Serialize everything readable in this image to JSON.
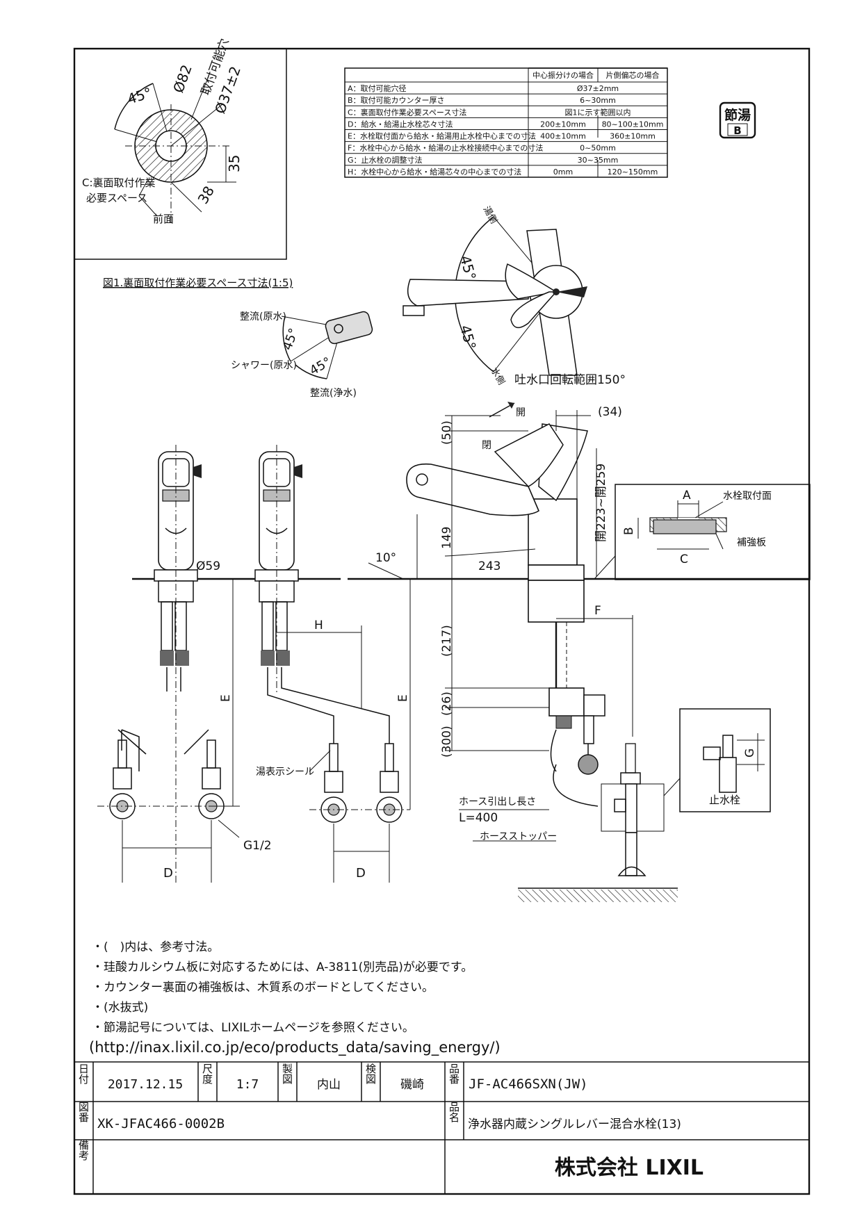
{
  "spec_table": {
    "col_headers": [
      "中心振分けの場合",
      "片側偏芯の場合"
    ],
    "rows": [
      {
        "label": "A：取付可能穴径",
        "center": "Ø37±2mm",
        "offset": ""
      },
      {
        "label": "B：取付可能カウンター厚さ",
        "center": "6~30mm",
        "offset": ""
      },
      {
        "label": "C：裏面取付作業必要スペース寸法",
        "center": "図1に示す範囲以内",
        "offset": ""
      },
      {
        "label": "D：給水・給湯止水栓芯々寸法",
        "center": "200±10mm",
        "offset": "80~100±10mm"
      },
      {
        "label": "E：水栓取付面から給水・給湯用止水栓中心までの寸法",
        "center": "400±10mm",
        "offset": "360±10mm"
      },
      {
        "label": "F：水栓中心から給水・給湯の止水栓接続中心までの寸法",
        "center": "0~50mm",
        "offset": ""
      },
      {
        "label": "G：止水栓の調整寸法",
        "center": "30~35mm",
        "offset": ""
      },
      {
        "label": "H：水栓中心から給水・給湯芯々の中心までの寸法",
        "center": "0mm",
        "offset": "120~150mm"
      }
    ]
  },
  "badge": {
    "line1": "節湯",
    "line2": "B"
  },
  "fig1": {
    "caption": "図1.裏面取付作業必要スペース寸法(1:5)",
    "angle": "45°",
    "dia82": "Ø82",
    "hole_label": "取付可能穴",
    "dia37": "Ø37±2",
    "dim35": "35",
    "dim38": "38",
    "space_label_1": "C:裏面取付作業",
    "space_label_2": "必要スペース",
    "front": "前面"
  },
  "spray": {
    "a": "整流(原水)",
    "b": "シャワー(原水)",
    "c": "整流(浄水)",
    "angle1": "45°",
    "angle2": "45°"
  },
  "rotation": {
    "hot": "湯側",
    "cold": "水側",
    "angle1": "45°",
    "angle2": "45°",
    "range": "吐水口回転範囲150°"
  },
  "side_view": {
    "open": "開",
    "close": "閉",
    "d50": "(50)",
    "d34": "(34)",
    "d259": "開223~開259",
    "d149": "149",
    "d243": "243",
    "d10": "10°",
    "d217": "(217)",
    "d26": "(26)",
    "d300": "(300)",
    "F": "F",
    "hose_pull": "ホース引出し長さ",
    "hose_len": "L=400",
    "stopper": "ホースストッパー"
  },
  "detail_A": {
    "A": "A",
    "B": "B",
    "C": "C",
    "mount": "水栓取付面",
    "plate": "補強板"
  },
  "front_view": {
    "d59": "Ø59",
    "E1": "E",
    "E2": "E",
    "H": "H",
    "D1": "D",
    "D2": "D",
    "G12": "G1/2",
    "seal": "湯表示シール"
  },
  "valve_detail": {
    "G": "G",
    "label": "止水栓"
  },
  "notes": [
    "・(　)内は、参考寸法。",
    "・珪酸カルシウム板に対応するためには、A-3811(別売品)が必要です。",
    "・カウンター裏面の補強板は、木質系のボードとしてください。",
    "・(水抜式)",
    "・節湯記号については、LIXILホームページを参照ください。",
    "(http://inax.lixil.co.jp/eco/products_data/saving_energy/)"
  ],
  "title_block": {
    "date_label": "日付",
    "date": "2017.12.15",
    "scale_label": "尺度",
    "scale": "1:7",
    "drawn_label": "製図",
    "drawn": "内山",
    "check_label": "検図",
    "check": "磯崎",
    "pn_label": "品番",
    "pn": "JF-AC466SXN(JW)",
    "dwg_label": "図番",
    "dwg": "XK-JFAC466-0002B",
    "name_label": "品名",
    "name": "浄水器内蔵シングルレバー混合水栓(13)",
    "remark_label": "備考",
    "company": "株式会社 LIXIL"
  }
}
